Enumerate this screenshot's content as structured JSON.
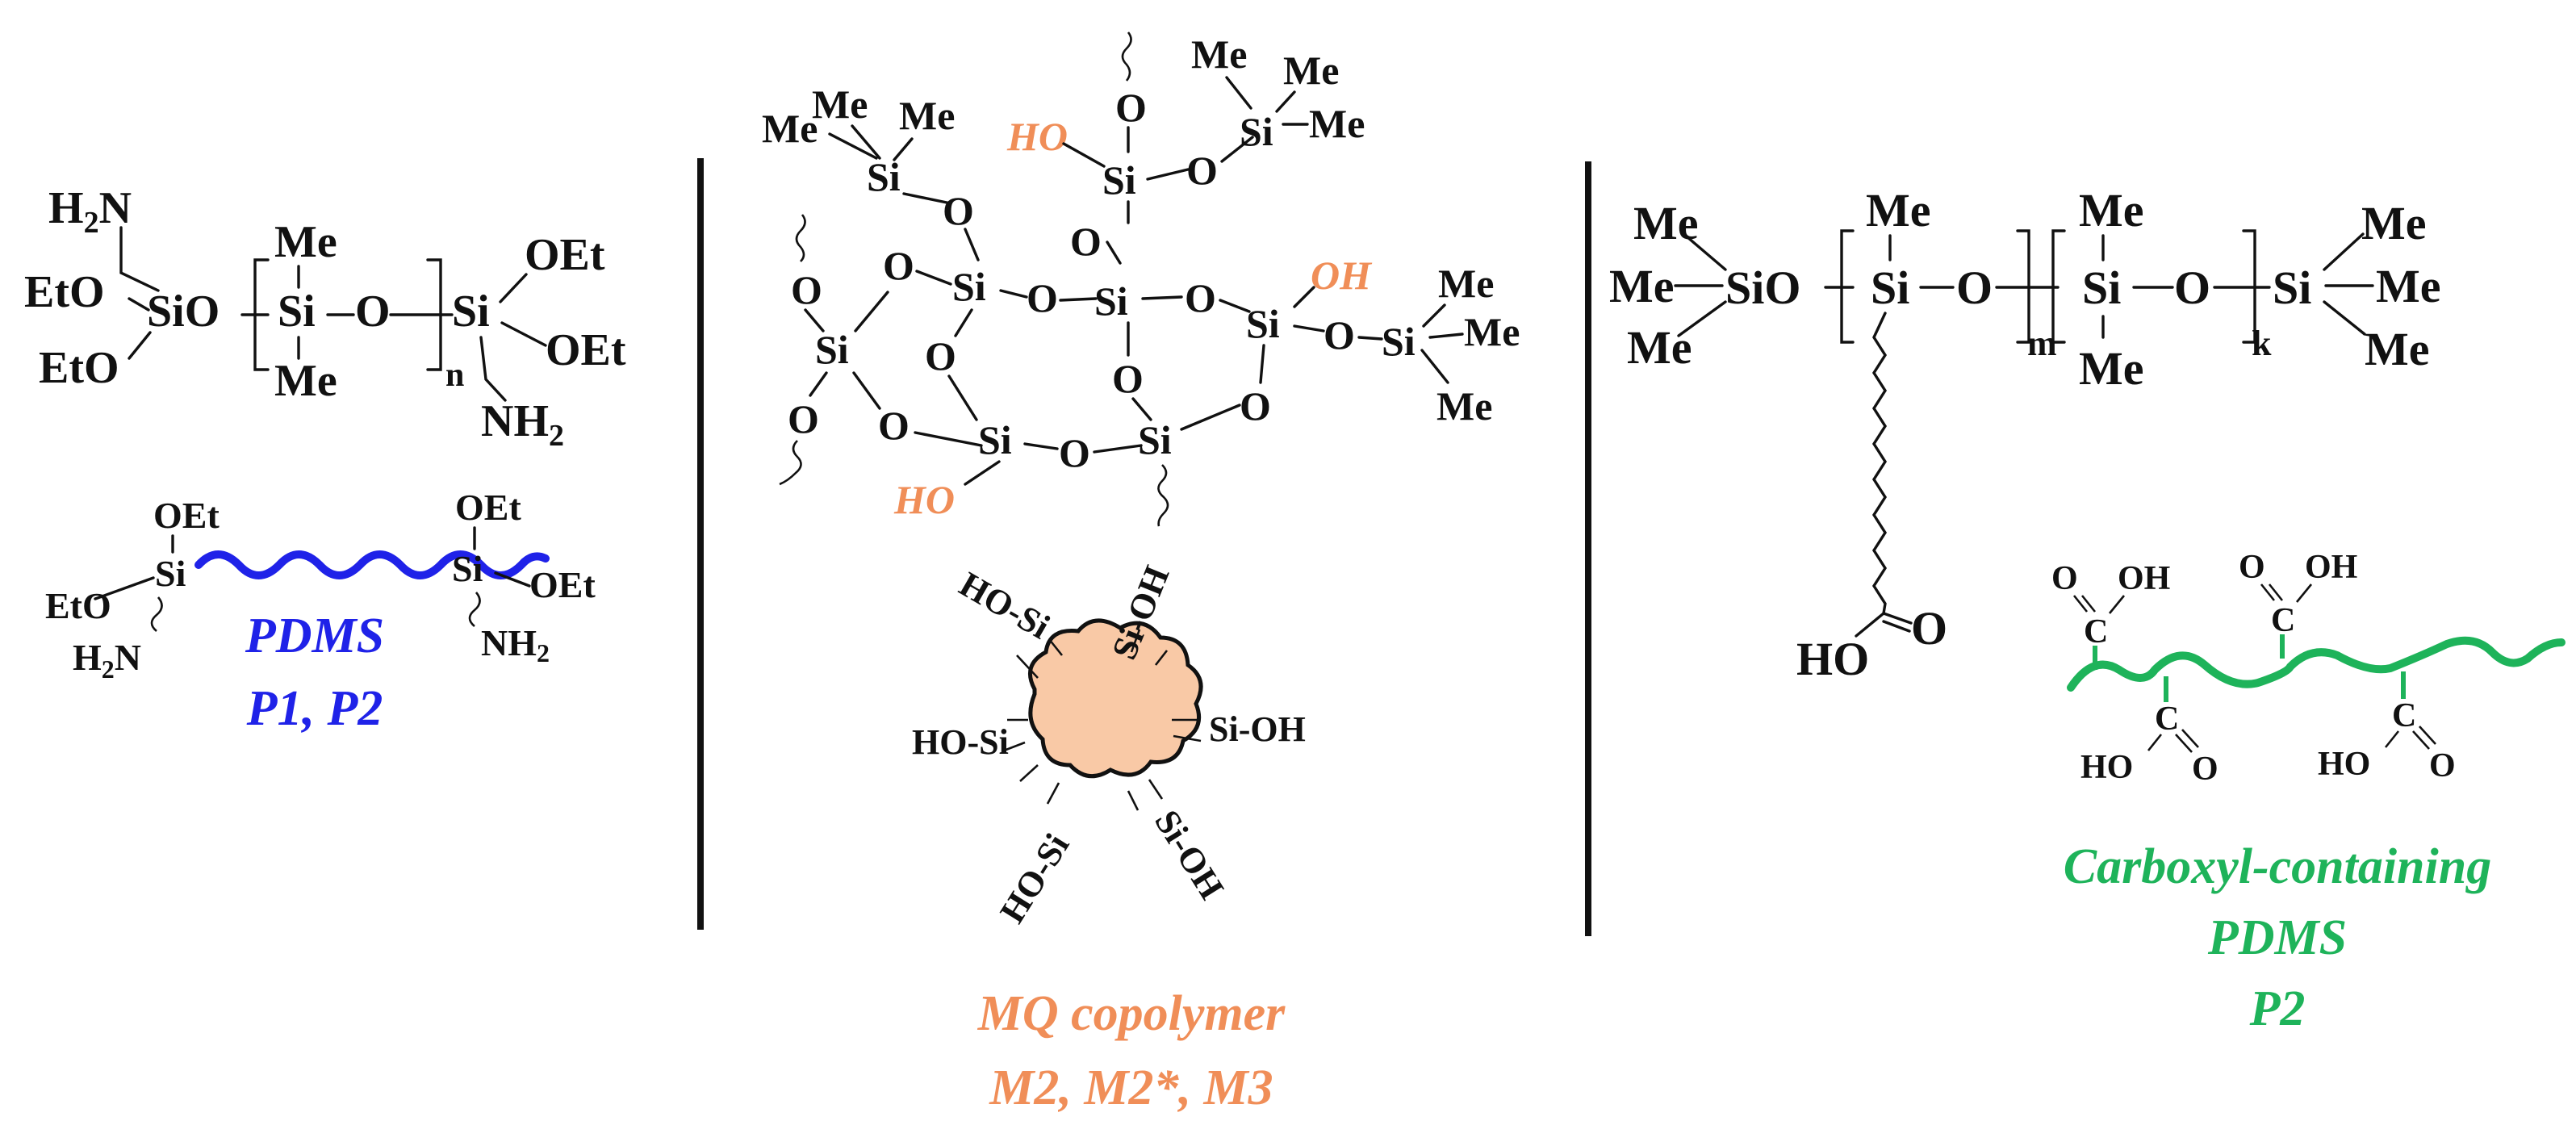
{
  "colors": {
    "blue": "#1f22e8",
    "orange": "#f08e58",
    "green": "#1eb35a",
    "black": "#111111",
    "particle": "#f9c9a6"
  },
  "labels": {
    "p1_title": "PDMS",
    "p1_sub": "P1, P2",
    "mq_title": "MQ copolymer",
    "mq_sub": "M2, M2*, M3",
    "carb_line1": "Carboxyl-containing",
    "carb_line2": "PDMS",
    "carb_line3": "P2"
  },
  "atoms": {
    "me": "Me",
    "o": "O",
    "si": "Si",
    "ho": "HO",
    "oh": "OH",
    "oet": "OEt",
    "eto": "EtO",
    "sio": "SiO",
    "h2n": "H2N",
    "nh2": "NH2",
    "n": "n",
    "m": "m",
    "k": "k",
    "c": "C",
    "hosi": "HO-Si",
    "sioh": "Si-OH"
  }
}
